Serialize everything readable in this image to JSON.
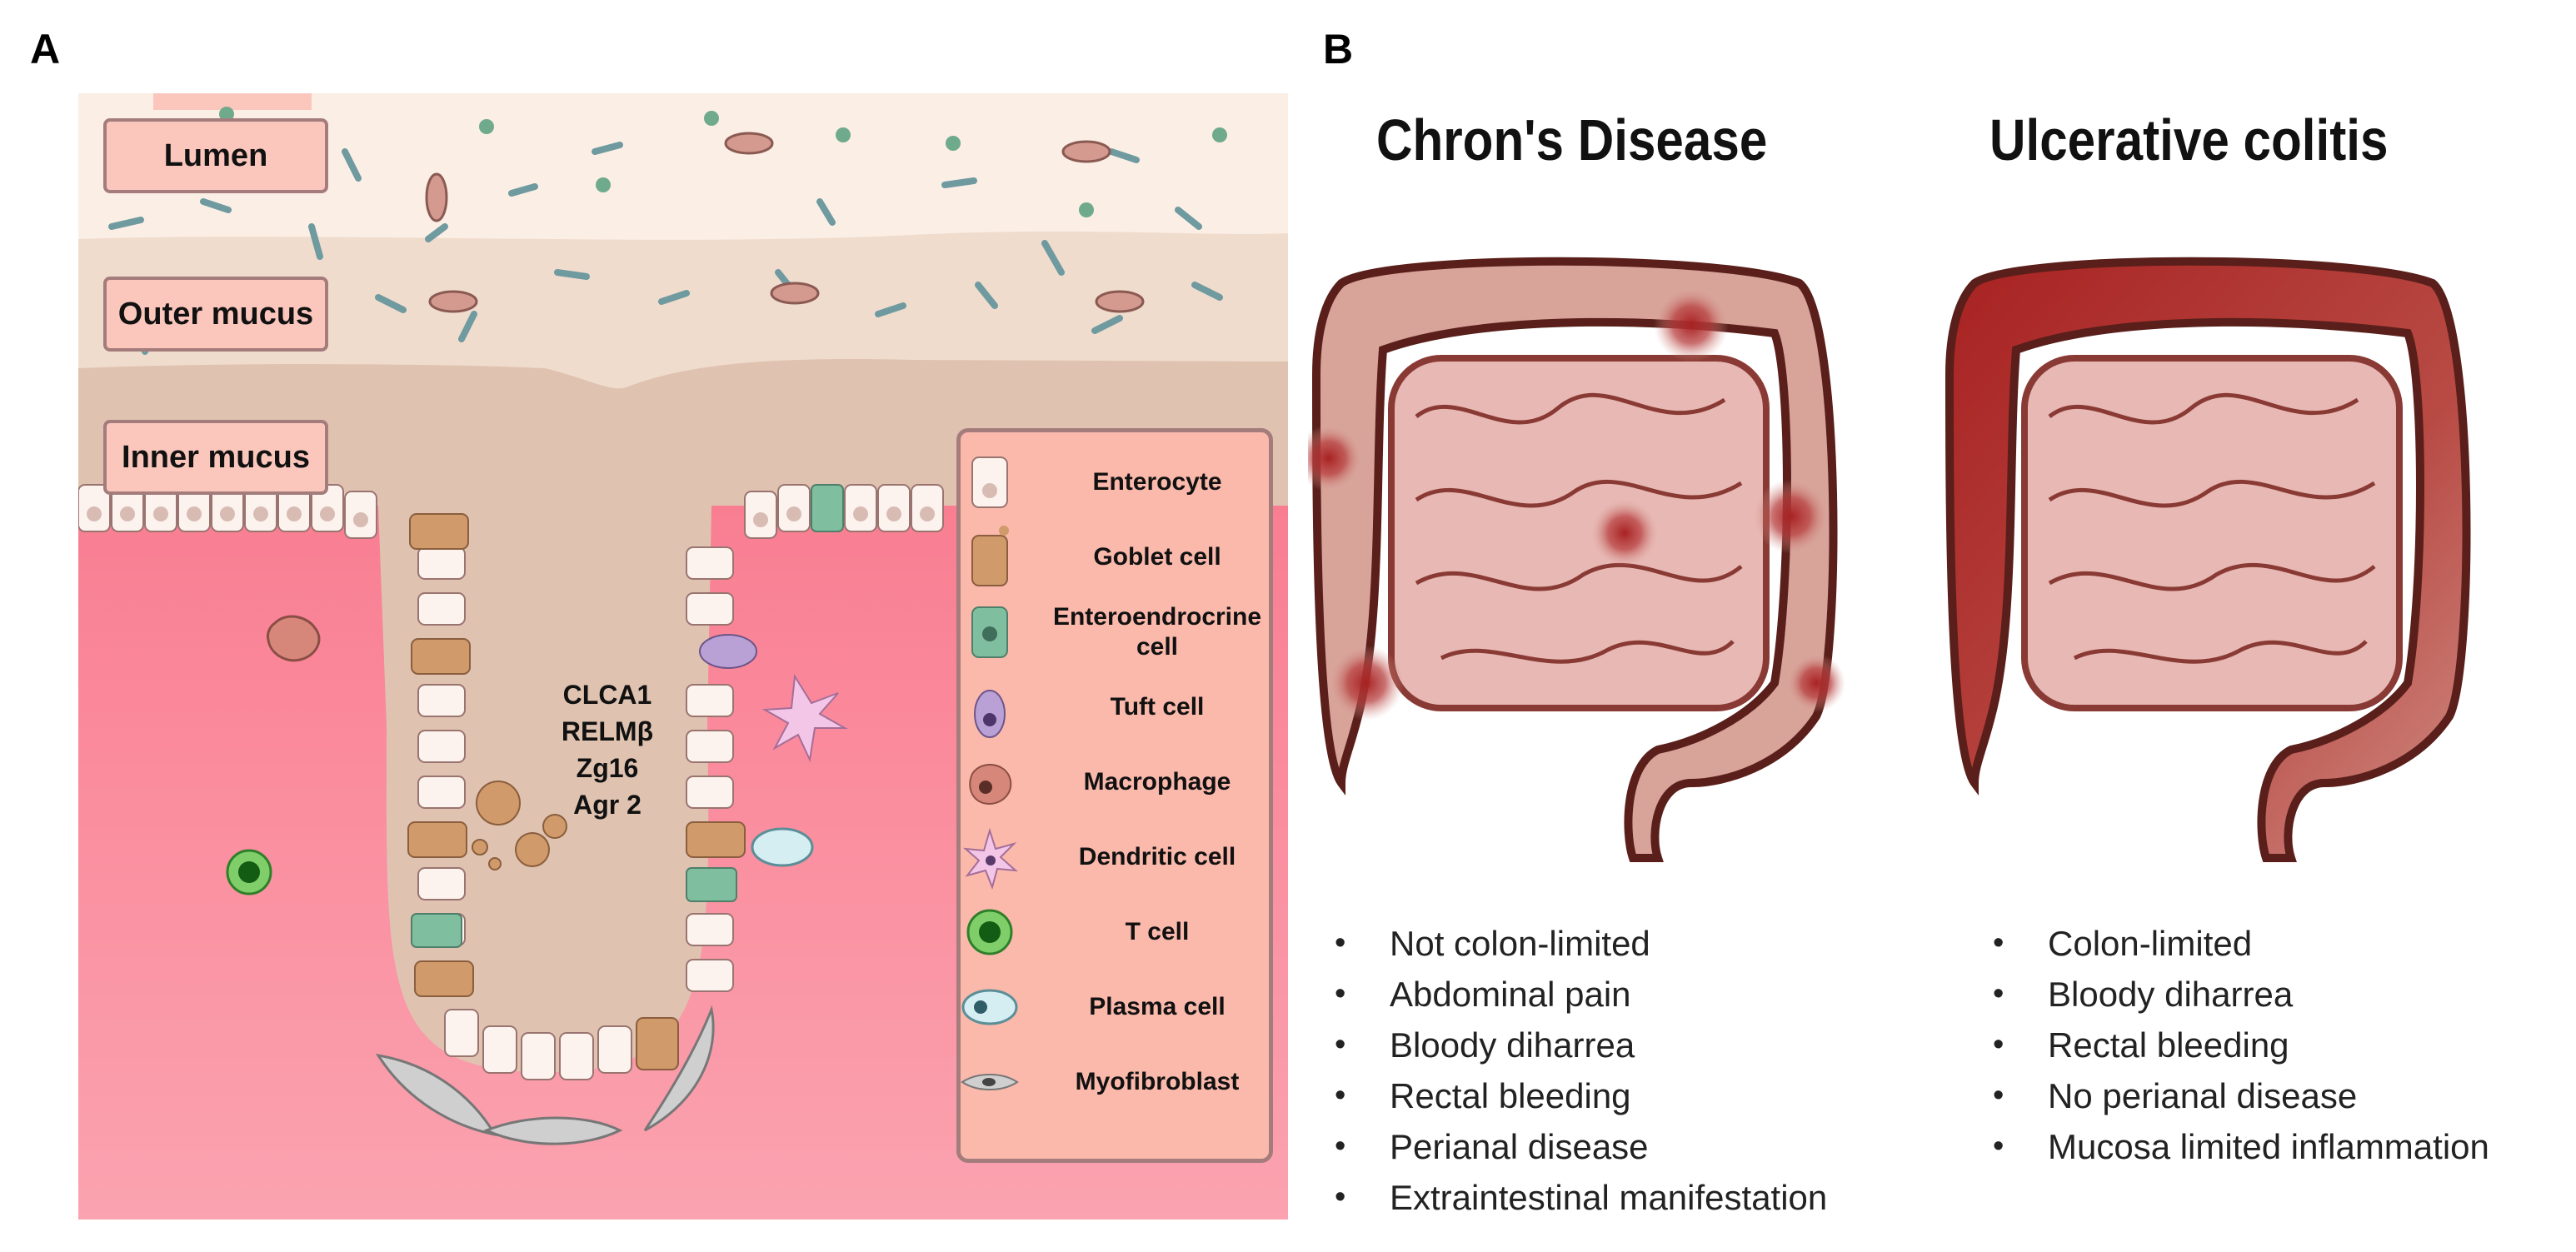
{
  "panel_a": {
    "letter": "A",
    "layers": {
      "lumen": "Lumen",
      "outer_mucus": "Outer mucus",
      "inner_mucus": "Inner mucus"
    },
    "markers": [
      "CLCA1",
      "RELMβ",
      "Zg16",
      "Agr 2"
    ],
    "legend": [
      {
        "label": "Enterocyte",
        "icon": "enterocyte-icon"
      },
      {
        "label": "Goblet cell",
        "icon": "goblet-cell-icon"
      },
      {
        "label": "Enteroendrocrine cell",
        "icon": "enteroendocrine-cell-icon"
      },
      {
        "label": "Tuft cell",
        "icon": "tuft-cell-icon"
      },
      {
        "label": "Macrophage",
        "icon": "macrophage-icon"
      },
      {
        "label": "Dendritic cell",
        "icon": "dendritic-cell-icon"
      },
      {
        "label": "T cell",
        "icon": "t-cell-icon"
      },
      {
        "label": "Plasma cell",
        "icon": "plasma-cell-icon"
      },
      {
        "label": "Myofibroblast",
        "icon": "myofibroblast-icon"
      }
    ]
  },
  "panel_b": {
    "letter": "B",
    "crohns": {
      "title": "Chron's Disease",
      "features": [
        "Not colon-limited",
        "Abdominal pain",
        "Bloody diharrea",
        "Rectal bleeding",
        "Perianal disease",
        "Extraintestinal manifestation"
      ]
    },
    "uc": {
      "title": "Ulcerative colitis",
      "features": [
        "Colon-limited",
        "Bloody diharrea",
        "Rectal bleeding",
        "No perianal disease",
        "Mucosa limited inflammation"
      ]
    }
  },
  "colors": {
    "lumen": "#fbeee5",
    "outer_mucus": "#f0dccd",
    "inner_mucus": "#dfc3b0",
    "tissue": "#f9889a",
    "legend_bg": "#fbb9ac",
    "inflamed": "#a82222",
    "colon_base": "#d8a49a"
  }
}
